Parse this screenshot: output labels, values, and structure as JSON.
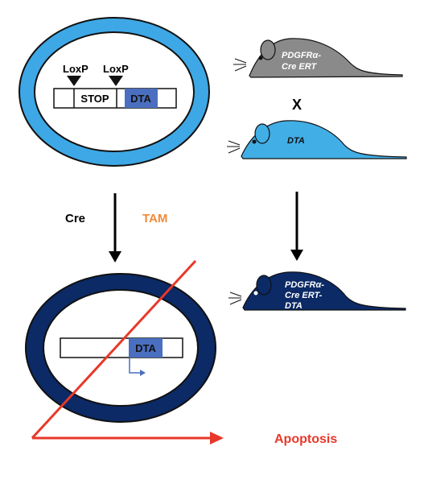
{
  "construct_top": {
    "loxp_left": "LoxP",
    "loxp_right": "LoxP",
    "stop_label": "STOP",
    "dta_label": "DTA"
  },
  "construct_bottom": {
    "dta_label": "DTA"
  },
  "arrows": {
    "cre_label": "Cre",
    "tam_label": "TAM",
    "apoptosis_label": "Apoptosis"
  },
  "mice": {
    "parent1_line1": "PDGFRα-",
    "parent1_line2": "Cre ERT",
    "cross_symbol": "X",
    "parent2_label": "DTA",
    "offspring_line1": "PDGFRα-",
    "offspring_line2": "Cre ERT-",
    "offspring_line3": "DTA"
  },
  "colors": {
    "cell_before": "#3ea8e6",
    "cell_after": "#0b2a66",
    "dta_box": "#4a6fc0",
    "mouse_grey": "#8a8a8a",
    "mouse_light_blue": "#42aee6",
    "mouse_dark_blue": "#0b2a66",
    "red": "#e8382a",
    "tam_orange": "#f08a3a",
    "promoter_arrow": "#4a6fc0"
  }
}
